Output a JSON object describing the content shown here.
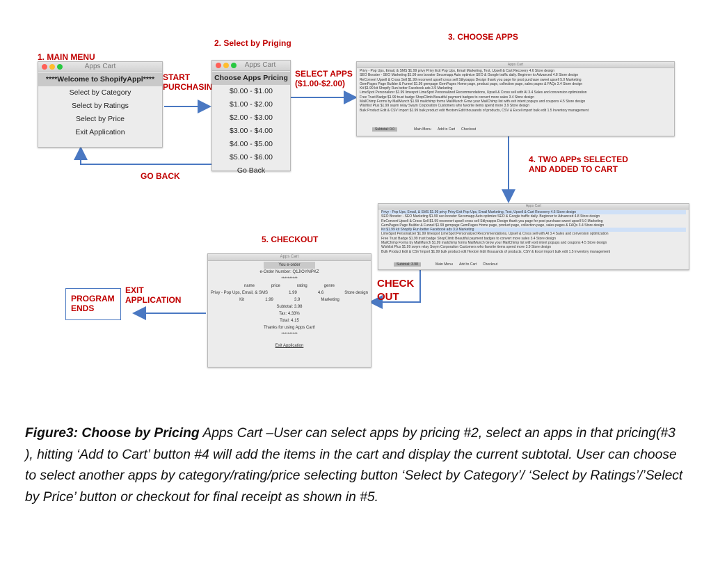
{
  "labels": {
    "main_menu": "1. MAIN MENU",
    "select_pricing": "2. Select by Priging",
    "choose_apps": "3. CHOOSE APPS",
    "two_apps": "4. TWO APPs SELECTED AND ADDED TO CART",
    "checkout_step": "5. CHECKOUT",
    "start_purchasing": "START PURCHASING",
    "select_apps": "SELECT APPS ($1.00-$2.00)",
    "go_back": "GO BACK",
    "check_out": "CHECK OUT",
    "exit_application": "EXIT APPLICATION",
    "program_ends": "PROGRAM ENDS"
  },
  "main_menu_window": {
    "title": "Apps Cart",
    "items": [
      "****Welcome to ShopifyAppl****",
      "Select by Category",
      "Select by Ratings",
      "Select by Price",
      "Exit Application"
    ]
  },
  "pricing_window": {
    "title": "Apps Cart",
    "header": "Choose Apps Pricing",
    "options": [
      "$0.00 - $1.00",
      "$1.00 - $2.00",
      "$2.00 - $3.00",
      "$3.00 - $4.00",
      "$4.00 - $5.00",
      "$5.00 - $6.00"
    ],
    "back": "Go Back"
  },
  "choose_window": {
    "title": "Apps Cart",
    "rows": [
      "Privy - Pop Ups, Email, & SMS   $1.99   privy   Privy   Exit Pop Ups, Email Marketing, Text, Upsell & Cart Recovery   4.6   Store design",
      "SEO Booster - SEO Marketing   $1.99   seo booster   Secomapp   Auto optimize SEO & Google traffic daily. Beginner to Advanced   4.8   Store design",
      "ReConvert Upsell & Cross Sell   $1.99   reconvert upsell cross sell   Stilyoapps   Design thank you page for post purchase sweet upsell   5.0   Marketing",
      "GemPages Page Builder & Funnel   $1.99   gempage   GemPages   Home page, product page, collection page, sales pages & FAQs   3.4   Store design",
      "Kit   $1.99   kit   Shopify   Run better Facebook ads   3.9   Marketing",
      "LimeSpot Personalizer   $1.99   limespot   LimeSpot   Personalized Recommendations, Upsell & Cross sell with AI   3.4   Sales and conversion optimization",
      "Free Trust Badge   $1.99   trust badge   ShopClimb   Beautiful payment badges to convert more sales   3.4   Store design",
      "MailChimp Forms by MailMunch   $1.99   mailchimp forms   MailMunch   Grow your MailChimp list with exit intent popups and coupons   4.5   Store design",
      "Wishlist Plus   $1.99   swym relay   Swym Corporation   Customers who favorite items spend more   3.9   Store design",
      "Bulk Product Edit & CSV Import   $1.99   bulk product edit   Hextom   Edit thousands of products, CSV & Excel import bulk edit   1.5   Inventory management"
    ],
    "subtotal_btn": "Subtotal: 0.0",
    "main_menu_btn": "Main Menu",
    "add_btn": "Add to Cart",
    "checkout_btn": "Checkout"
  },
  "selected_window": {
    "title": "Apps Cart",
    "subtotal_btn": "Subtotal: 3.98"
  },
  "checkout_window": {
    "title": "Apps Cart",
    "header": "You e-order",
    "order_number": "e-Order Number: Q1JIOYMPKZ",
    "stars": "**********",
    "columns": [
      "name",
      "price",
      "rating",
      "genre"
    ],
    "rows": [
      [
        "Privy - Pop Ups, Email, & SMS",
        "1.99",
        "4.6",
        "Store design"
      ],
      [
        "Kit",
        "1.99",
        "3.9",
        "Marketing"
      ]
    ],
    "subtotal": "Subtotal: 3.98",
    "tax": "Tax: 4.33%",
    "total": "Total: 4.15",
    "thanks": "Thanks for using Apps Cart!",
    "exit_btn": "Exit Application"
  },
  "caption": {
    "bold": "Figure3: Choose by Pricing",
    "text": " Apps Cart –User can select apps by pricing #2, select an apps in that pricing(#3 ), hitting ‘Add to Cart’ button #4 will add the items in the cart and display the current subtotal. User can choose to select another apps by category/rating/price selecting button ‘Select by Category’/ ‘Select by Ratings’/’Select by Price’ button or checkout for final receipt as shown in #5."
  },
  "colors": {
    "label_red": "#c00000",
    "label_blue": "#1f4e9a",
    "arrow_blue": "#4a78c2"
  }
}
